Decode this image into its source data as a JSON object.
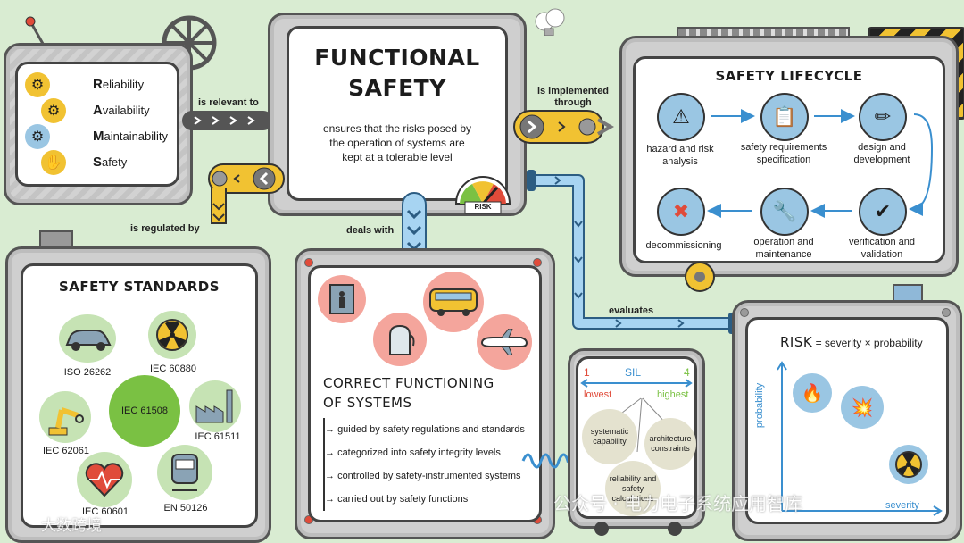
{
  "center": {
    "title_line1": "FUNCTIONAL",
    "title_line2": "SAFETY",
    "desc": "ensures that the risks posed by the operation of systems are kept at a tolerable level",
    "gauge_label": "RISK"
  },
  "ram": {
    "items": [
      {
        "letter": "R",
        "rest": "eliability"
      },
      {
        "letter": "A",
        "rest": "vailability"
      },
      {
        "letter": "M",
        "rest": "aintainability"
      },
      {
        "letter": "S",
        "rest": "afety"
      }
    ]
  },
  "connectors": {
    "relevant": "is relevant to",
    "implemented": "is implemented through",
    "regulated": "is regulated by",
    "deals": "deals with",
    "evaluates": "evaluates"
  },
  "lifecycle": {
    "title": "SAFETY LIFECYCLE",
    "steps": [
      "hazard and risk analysis",
      "safety requirements specification",
      "design and development",
      "verification and validation",
      "operation and maintenance",
      "decommissioning"
    ]
  },
  "standards": {
    "title": "SAFETY STANDARDS",
    "items": [
      "ISO 26262",
      "IEC 60880",
      "IEC 61508",
      "IEC 62061",
      "IEC 61511",
      "IEC 60601",
      "EN 50126"
    ]
  },
  "correct": {
    "title_line1": "CORRECT FUNCTIONING",
    "title_line2": "OF SYSTEMS",
    "bullets": [
      "guided by safety regulations and standards",
      "categorized into safety integrity levels",
      "controlled by safety-instrumented systems",
      "carried out by safety functions"
    ]
  },
  "sil": {
    "low_num": "1",
    "label": "SIL",
    "high_num": "4",
    "lowest": "lowest",
    "highest": "highest",
    "bubbles": [
      "systematic capability",
      "architecture constraints",
      "reliability and safety calculations"
    ]
  },
  "risk": {
    "title_bold": "RISK",
    "formula": "= severity × probability",
    "y_axis": "probability",
    "x_axis": "severity"
  },
  "watermarks": {
    "left": "大数跨境",
    "right": "公众号 · 电力电子系统应用智库"
  },
  "colors": {
    "accent_yellow": "#f1c232",
    "pipe_blue": "#a7d4f2",
    "green": "#7ac143",
    "red": "#e04b3a"
  }
}
